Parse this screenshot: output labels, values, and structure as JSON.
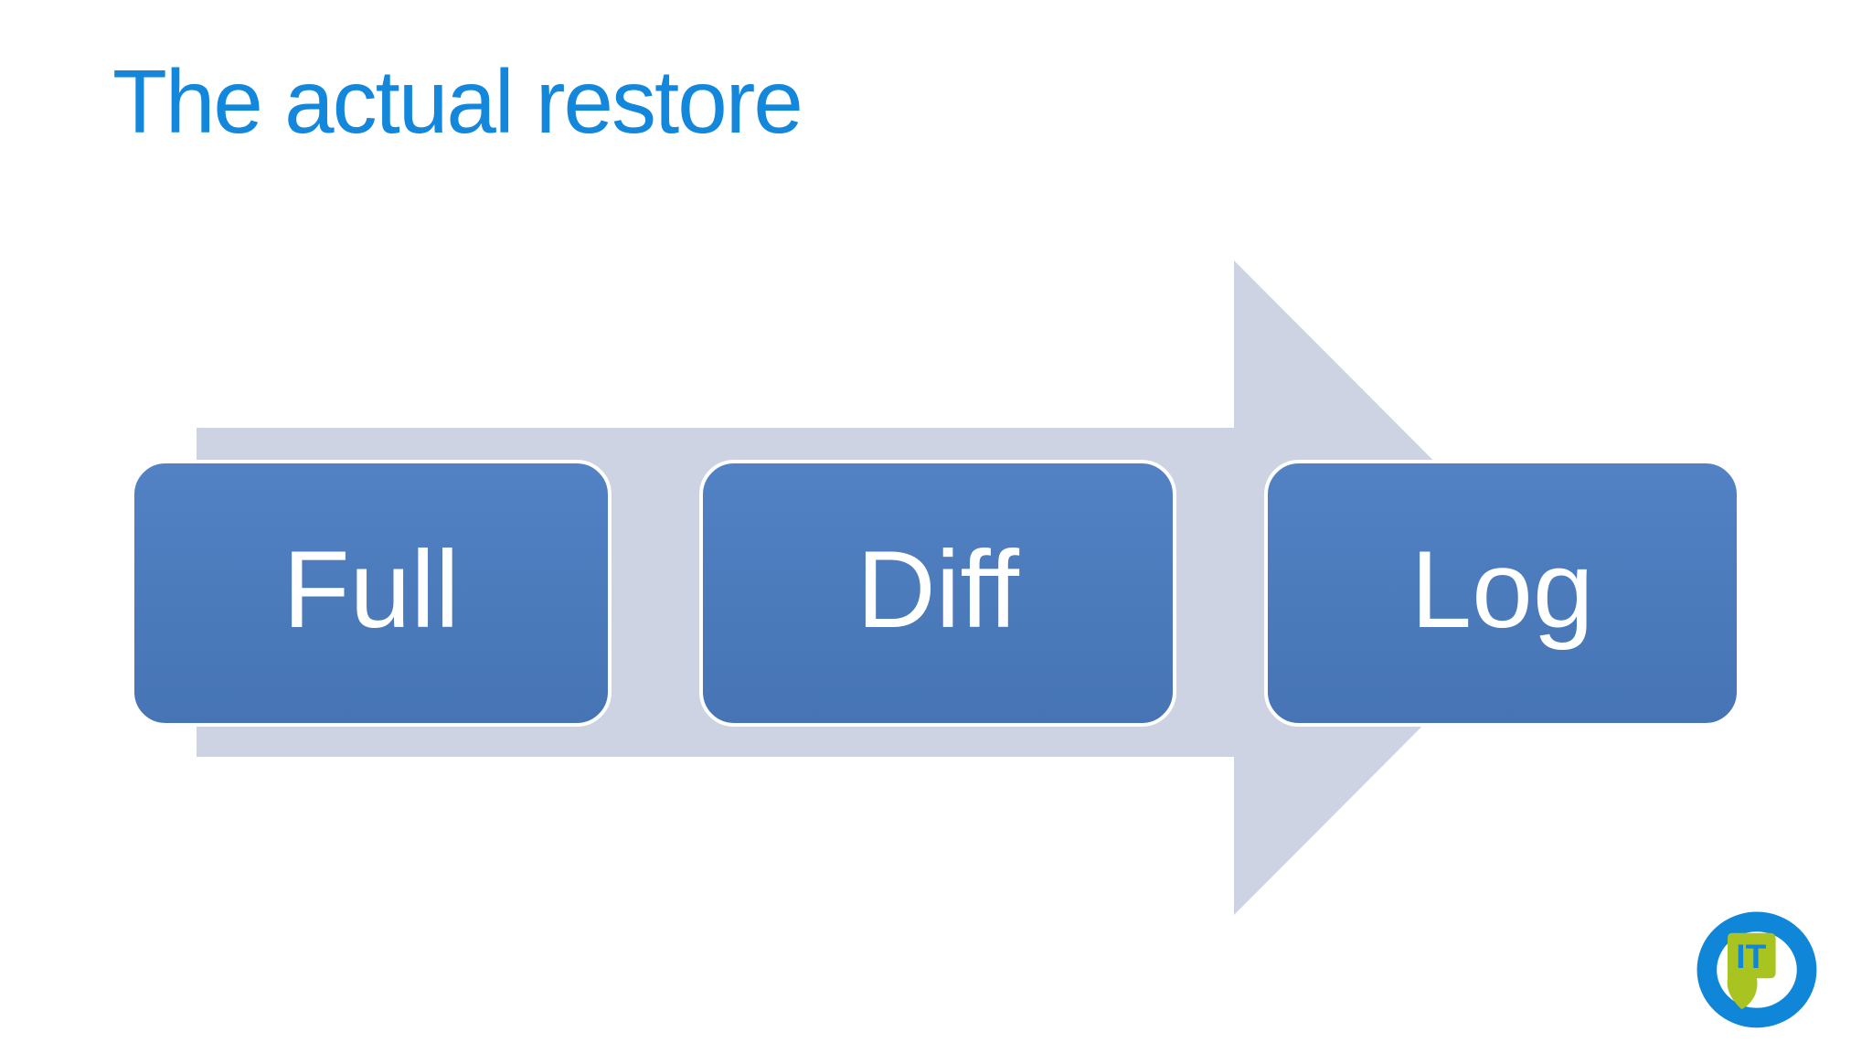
{
  "slide": {
    "title": "The actual restore"
  },
  "diagram": {
    "type": "process-arrow",
    "direction": "right",
    "steps": [
      {
        "label": "Full"
      },
      {
        "label": "Diff"
      },
      {
        "label": "Log"
      }
    ]
  },
  "logo": {
    "text": "IT"
  },
  "colors": {
    "bg": "#FFFFFF",
    "title_blue": "#1287DB",
    "arrow_fill": "#CDD3E2",
    "box_fill_top": "#5282C4",
    "box_fill_bottom": "#4674B4",
    "box_border": "#FFFFFF",
    "label_white": "#FFFFFF",
    "logo_ring_blue": "#1086D8",
    "logo_bubble_green": "#A9C421"
  }
}
